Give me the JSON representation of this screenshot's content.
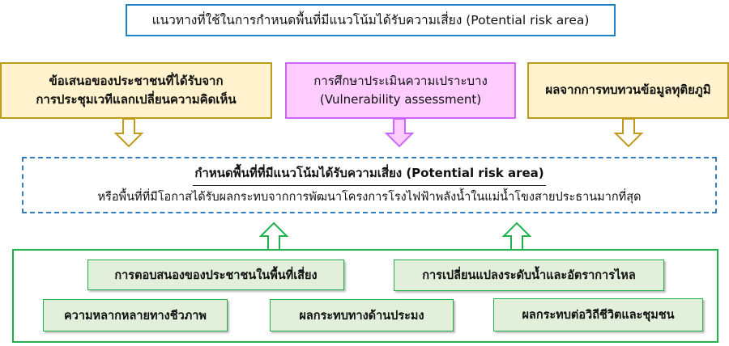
{
  "title": "แนวทางที่ใช้ในการกำหนดพื้นที่มีแนวโน้มได้รับความเสี่ยง (Potential risk area)",
  "inputs": [
    {
      "lines": [
        "ข้อเสนอของประชาชนที่ได้รับจาก",
        "การประชุมเวทีแลกเปลี่ยนความคิดเห็น"
      ]
    },
    {
      "lines": [
        "การศึกษาประเมินความเปราะบาง",
        "(Vulnerability assessment)"
      ]
    },
    {
      "lines": [
        "ผลจากการทบทวนข้อมูลทุติยภูมิ"
      ]
    }
  ],
  "result": {
    "heading": "กำหนดพื้นที่ที่มีแนวโน้มได้รับความเสี่ยง (Potential risk area)",
    "description": "หรือพื้นที่ที่มีโอกาสได้รับผลกระทบจากการพัฒนาโครงการโรงไฟฟ้าพลังน้ำในแม่น้ำโขงสายประธานมากที่สุด"
  },
  "factors": [
    "การตอบสนองของประชาชนในพื้นที่เสี่ยง",
    "การเปลี่ยนแปลงระดับน้ำและอัตราการไหล",
    "ความหลากหลายทางชีวภาพ",
    "ผลกระทบทางด้านประมง",
    "ผลกระทบต่อวิถีชีวิตและชุมชน"
  ],
  "colors": {
    "blue": "#1f7fc8",
    "gold": "#c09a1a",
    "gold_fill": "#fff2cc",
    "pink": "#cc66ff",
    "pink_fill": "#ffccff",
    "green": "#22b14c",
    "green_fill": "#e2efda"
  }
}
